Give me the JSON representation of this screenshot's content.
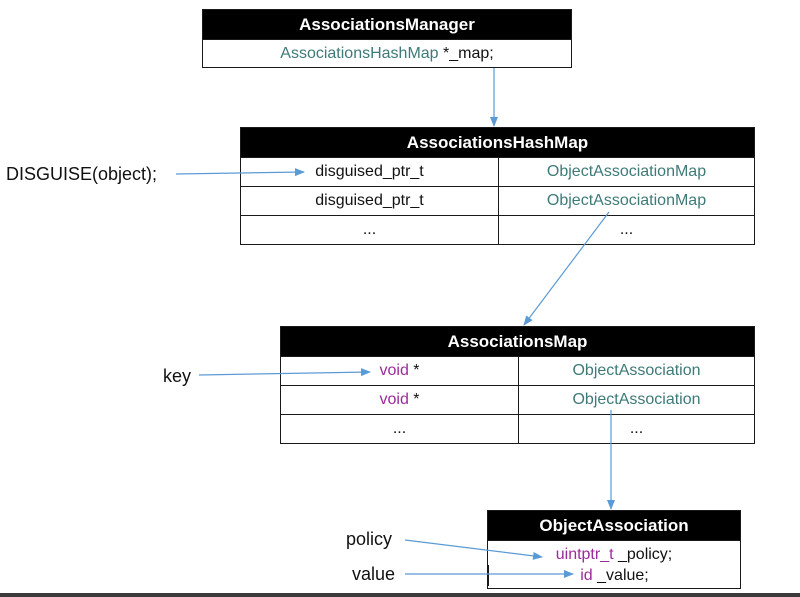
{
  "manager": {
    "title": "AssociationsManager",
    "field_type": "AssociationsHashMap",
    "field_rest": " *_map;"
  },
  "hashmap": {
    "title": "AssociationsHashMap",
    "rows": [
      {
        "key": "disguised_ptr_t",
        "value": "ObjectAssociationMap"
      },
      {
        "key": "disguised_ptr_t",
        "value": "ObjectAssociationMap"
      },
      {
        "key": "...",
        "value": "..."
      }
    ]
  },
  "assocmap": {
    "title": "AssociationsMap",
    "rows": [
      {
        "key_type": "void",
        "key_rest": " *",
        "value": "ObjectAssociation"
      },
      {
        "key_type": "void",
        "key_rest": " *",
        "value": "ObjectAssociation"
      },
      {
        "key_type": "...",
        "key_rest": "",
        "value": "..."
      }
    ]
  },
  "objassoc": {
    "title": "ObjectAssociation",
    "policy_type": "uintptr_t",
    "policy_rest": " _policy;",
    "value_type": "id",
    "value_rest": " _value;"
  },
  "labels": {
    "disguise": "DISGUISE(object);",
    "key": "key",
    "policy": "policy",
    "value": "value"
  },
  "colors": {
    "arrow": "#5b9bd5",
    "type_teal": "#3d7a78",
    "type_purple": "#9b2b9b"
  }
}
